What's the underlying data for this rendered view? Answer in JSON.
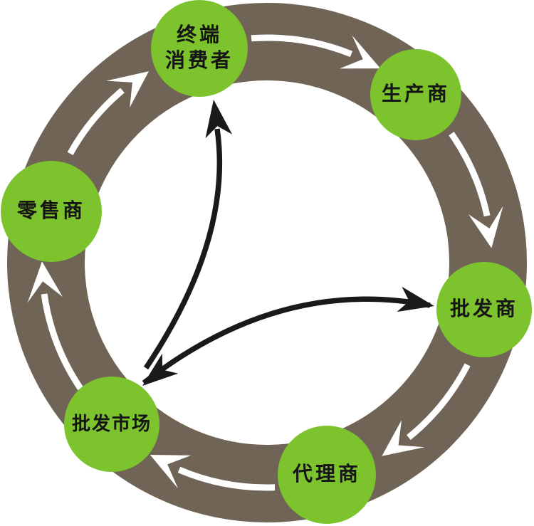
{
  "diagram": {
    "type": "cycle-diagram",
    "description_visible_text_only": true,
    "nodes": [
      {
        "id": "end-consumer",
        "line1": "终端",
        "line2": "消费者"
      },
      {
        "id": "producer",
        "line1": "生产商"
      },
      {
        "id": "wholesaler",
        "line1": "批发商"
      },
      {
        "id": "agent",
        "line1": "代理商"
      },
      {
        "id": "wholesale-market",
        "line1": "批发市场"
      },
      {
        "id": "retailer",
        "line1": "零售商"
      }
    ],
    "cycle_order": [
      "终端消费者",
      "生产商",
      "批发商",
      "代理商",
      "批发市场",
      "零售商"
    ],
    "ring_flow_direction": "clockwise",
    "black_arrows": [
      {
        "from": "批发市场",
        "to": "终端消费者",
        "bidirectional": false
      },
      {
        "from": "批发市场",
        "to": "批发商",
        "bidirectional": true
      }
    ],
    "colors": {
      "node_green": "#7CC32E",
      "ring_brown": "#6F6456",
      "flow_arrow_white": "#FFFFFF",
      "direct_arrow_black": "#1A1A1A",
      "label_text": "#151515",
      "background": "#FFFFFF"
    }
  }
}
